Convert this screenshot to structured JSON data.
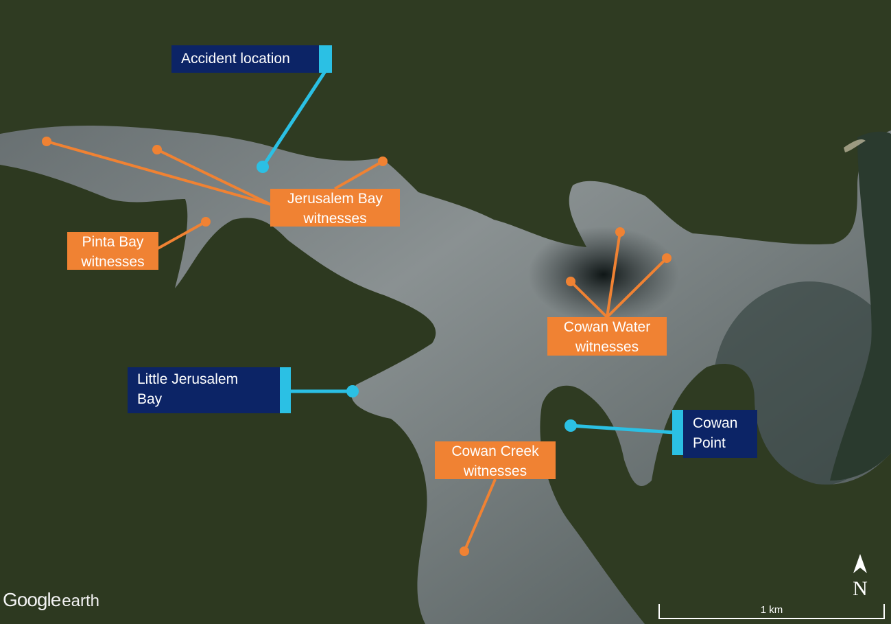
{
  "map": {
    "labels": {
      "accident_location": "Accident location",
      "jerusalem_bay_line1": "Jerusalem Bay",
      "jerusalem_bay_line2": "witnesses",
      "pinta_bay_line1": "Pinta Bay",
      "pinta_bay_line2": "witnesses",
      "cowan_water_line1": "Cowan Water",
      "cowan_water_line2": "witnesses",
      "little_jerusalem_line1": "Little Jerusalem",
      "little_jerusalem_line2": "Bay",
      "cowan_point_line1": "Cowan",
      "cowan_point_line2": "Point",
      "cowan_creek_line1": "Cowan Creek",
      "cowan_creek_line2": "witnesses"
    },
    "attribution": {
      "google": "Google",
      "earth": "earth"
    },
    "scale_bar": "1 km",
    "north_label": "N",
    "colors": {
      "location_marker": "#2bc0e4",
      "location_label_bg": "#0c2466",
      "witness_marker": "#f08233",
      "land": "#2c3821",
      "water": "#6b7375"
    }
  }
}
